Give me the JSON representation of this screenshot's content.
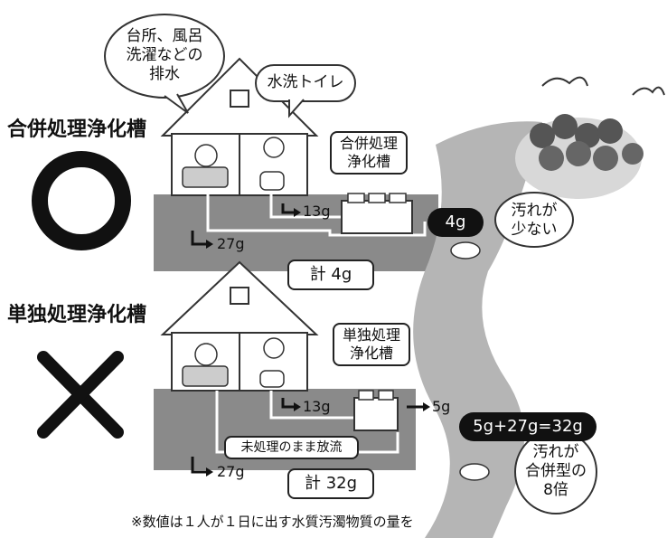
{
  "combined": {
    "title": "合併処理浄化槽",
    "symbol": "circle",
    "bubble_drain": "台所、風呂\n洗濯などの\n排水",
    "bubble_toilet": "水洗トイレ",
    "tank_label": "合併処理\n浄化槽",
    "toilet_flow": "13g",
    "drain_flow": "27g",
    "output": "4g",
    "total": "計 4g",
    "river_comment": "汚れが\n少ない"
  },
  "single": {
    "title": "単独処理浄化槽",
    "symbol": "cross",
    "tank_label": "単独処理\n浄化槽",
    "toilet_flow": "13g",
    "tank_output": "5g",
    "untreated": "未処理のまま放流",
    "drain_flow": "27g",
    "output": "5g+27g=32g",
    "total": "計 32g",
    "river_comment": "汚れが\n合併型の\n8倍"
  },
  "footnote": "※数値は１人が１日に出す水質汚濁物質の量を"
}
